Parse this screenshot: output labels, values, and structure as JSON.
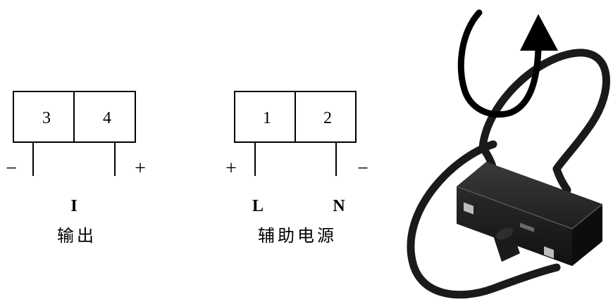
{
  "output_block": {
    "terminals": [
      "3",
      "4"
    ],
    "left_sign": "−",
    "right_sign": "+",
    "signal": "I",
    "caption": "输出"
  },
  "power_block": {
    "terminals": [
      "1",
      "2"
    ],
    "left_sign": "+",
    "right_sign": "−",
    "left_label": "L",
    "right_label": "N",
    "caption": "辅助电源"
  },
  "sensor": {
    "icon": "rogowski-coil-icon",
    "colors": {
      "cable": "#1a1a1a",
      "body": "#262626",
      "arrow": "#000000"
    }
  }
}
